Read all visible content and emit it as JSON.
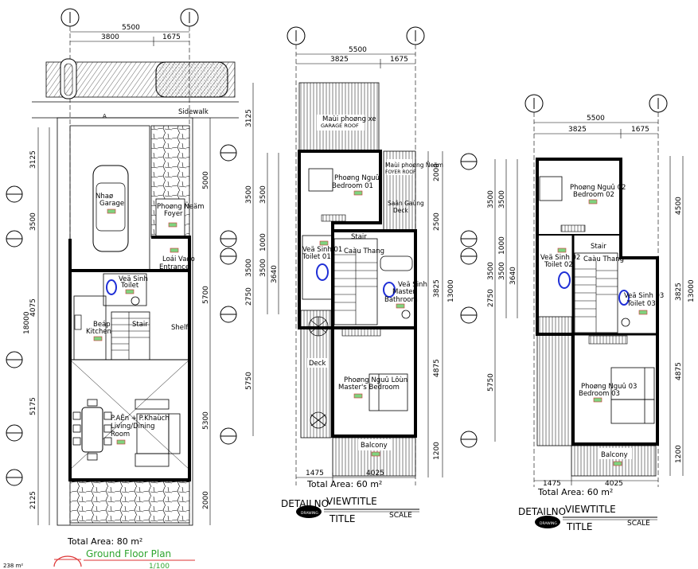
{
  "plans": [
    {
      "title": "Ground Floor Plan",
      "scale": "1/100",
      "total_area": "Total Area: 80 m²",
      "top_dims": {
        "total": "5500",
        "a": "3800",
        "b": "1675"
      },
      "left_dims": [
        "3125",
        "3500",
        "4075",
        "5175",
        "2125"
      ],
      "left_total": "18000",
      "right_dims": [
        "5000",
        "5700",
        "5300",
        "2000"
      ],
      "rooms": {
        "sidewalk": "Sidewalk",
        "garage": "Nhaø\nGarage",
        "foyer": "Phoøng Ñeäm\nFoyer",
        "entrance": "Loái Vaøo\nEntrance",
        "wc": "Veä Sinh\nToilet",
        "kitchen": "Beáp\nKitchen",
        "stair": "Stair",
        "shelf": "Shelf",
        "living": "P.AÊn + P.Khaùch\nLiving/Dining\nRoom"
      },
      "corner_label": "238 m²"
    },
    {
      "title": "TITLE",
      "detail": "DETAILNO",
      "viewtitle": "VIEWTITLE",
      "scale_word": "SCALE",
      "total_area": "Total Area: 60 m²",
      "top_dims": {
        "total": "5500",
        "a": "3825",
        "b": "1675"
      },
      "left_dims": [
        "3125",
        "3500",
        "1000",
        "3500",
        "2750",
        "5750"
      ],
      "left_dims_b": [
        "3640"
      ],
      "right_dims": [
        "2000",
        "2500",
        "3825",
        "4875",
        "1200"
      ],
      "right_total": "13000",
      "bottom_dims": {
        "a": "1475",
        "b": "4025"
      },
      "rooms": {
        "garage_roof": "Maùi phoøng Xe\nGARAGE ROOF",
        "bedroom": "Phoøng Nguû\nBedroom 01",
        "foyer_roof": "Maùi phoøng Ñeäm\nFOYER ROOF",
        "deck_top": "Saân Gaùng\nDeck",
        "stair": "Stair\nCaàu Thang",
        "toilet": "Veä Sinh 01\nToilet 01",
        "master_bath": "Veä Sinh\nMaster\nBathroom",
        "deck": "Deck",
        "master_bed": "Phoøng Nguû Lôùn\nMaster's Bedroom",
        "balcony": "Balcony"
      }
    },
    {
      "title": "TITLE",
      "detail": "DETAILNO",
      "viewtitle": "VIEWTITLE",
      "scale_word": "SCALE",
      "total_area": "Total Area: 60 m²",
      "top_dims": {
        "total": "5500",
        "a": "3825",
        "b": "1675"
      },
      "left_dims": [
        "3500",
        "1000",
        "3500",
        "2750",
        "5750"
      ],
      "left_dims_b": [
        "3640"
      ],
      "right_dims": [
        "4500",
        "3825",
        "4875",
        "1200"
      ],
      "right_total": "13000",
      "bottom_dims": {
        "a": "1475",
        "b": "4025"
      },
      "rooms": {
        "bedroom2": "Phoøng Nguû 02\nBedroom 02",
        "stair": "Stair\nCaàu Thang",
        "toilet2": "Veä Sinh 02\nToilet 02",
        "toilet3": "Veä Sinh 03\nToilet 03",
        "bedroom3": "Phoøng Nguû 03\nBedroom 03",
        "balcony": "Balcony"
      }
    }
  ]
}
